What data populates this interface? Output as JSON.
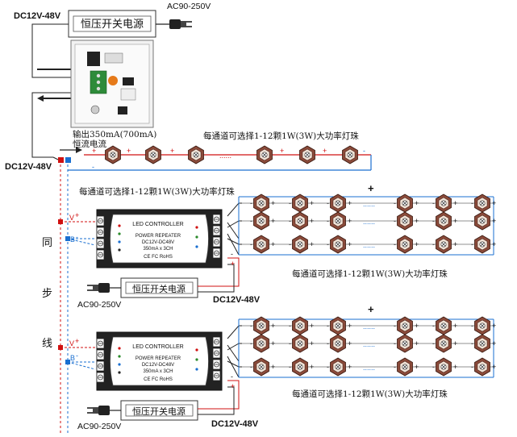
{
  "top_psu": {
    "label": "恒压开关电源",
    "input_label": "AC90-250V",
    "output_label": "DC12V-48V"
  },
  "driver_output": {
    "line1": "输出350mA(700mA)",
    "line2": "恒流电流"
  },
  "bus": {
    "voltage_label": "DC12V-48V",
    "sync_chars": [
      "同",
      "步",
      "线"
    ]
  },
  "led_string_caption": "每通道可选择1-12颗1W(3W)大功率灯珠",
  "ellipsis": "......",
  "plus": "+",
  "minus": "-",
  "signal_labels": {
    "v": "V",
    "b": "B",
    "plus": "+",
    "minus": "-"
  },
  "controllers": [
    {
      "title": "LED CONTROLLER",
      "subtitle": "POWER REPEATER",
      "spec1": "DC12V-DC48V",
      "spec2": "350mA x 3CH",
      "cert": "CE FC RoHS",
      "psu_label": "恒压开关电源",
      "ac_label": "AC90-250V",
      "dc_label": "DC12V-48V",
      "caption": "每通道可选择1-12颗1W(3W)大功率灯珠"
    },
    {
      "title": "LED CONTROLLER",
      "subtitle": "POWER REPEATER",
      "spec1": "DC12V-DC48V",
      "spec2": "350mA x 3CH",
      "cert": "CE FC RoHS",
      "psu_label": "恒压开关电源",
      "ac_label": "AC90-250V",
      "dc_label": "DC12V-48V",
      "caption": "每通道可选择1-12颗1W(3W)大功率灯珠"
    }
  ],
  "colors": {
    "led_body": "#8a4a3a",
    "red_wire": "#d01010",
    "blue_wire": "#1a6fd0"
  }
}
